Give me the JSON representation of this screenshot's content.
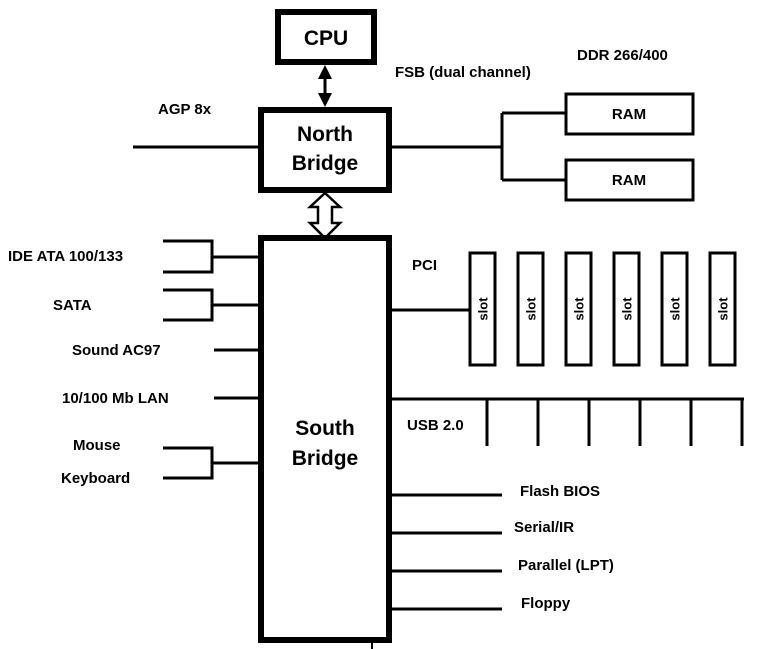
{
  "chips": {
    "cpu": "CPU",
    "north_bridge_line1": "North",
    "north_bridge_line2": "Bridge",
    "south_bridge_line1": "South",
    "south_bridge_line2": "Bridge"
  },
  "labels": {
    "fsb": "FSB (dual channel)",
    "ddr": "DDR 266/400",
    "agp": "AGP 8x",
    "pci": "PCI",
    "usb": "USB 2.0"
  },
  "ram_modules": [
    "RAM",
    "RAM"
  ],
  "pci_slots": [
    "slot",
    "slot",
    "slot",
    "slot",
    "slot",
    "slot"
  ],
  "left_interfaces": {
    "ide": "IDE ATA 100/133",
    "sata": "SATA",
    "sound": "Sound AC97",
    "lan": "10/100 Mb LAN",
    "mouse": "Mouse",
    "keyboard": "Keyboard"
  },
  "right_interfaces": [
    "Flash BIOS",
    "Serial/IR",
    "Parallel (LPT)",
    "Floppy"
  ]
}
